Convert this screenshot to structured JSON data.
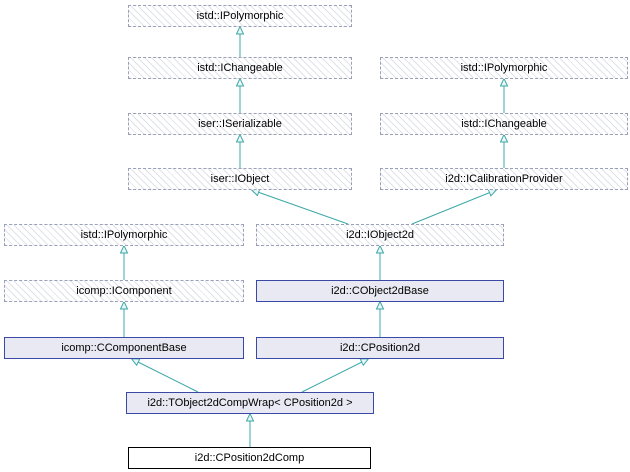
{
  "diagram": {
    "type": "class-inheritance-graph",
    "target_class": "i2d::CPosition2dComp",
    "colors": {
      "edge": "#3da8a8",
      "internal_fill": "#e8e9f3",
      "internal_border": "#3a49a5",
      "external_border": "#9aa0b8",
      "target_border": "#000000",
      "background": "#ffffff"
    },
    "nodes": [
      {
        "label": "istd::IPolymorphic",
        "style": "external"
      },
      {
        "label": "istd::IChangeable",
        "style": "external"
      },
      {
        "label": "istd::IPolymorphic",
        "style": "external"
      },
      {
        "label": "iser::ISerializable",
        "style": "external"
      },
      {
        "label": "istd::IChangeable",
        "style": "external"
      },
      {
        "label": "iser::IObject",
        "style": "external"
      },
      {
        "label": "i2d::ICalibrationProvider",
        "style": "external"
      },
      {
        "label": "istd::IPolymorphic",
        "style": "external"
      },
      {
        "label": "i2d::IObject2d",
        "style": "external"
      },
      {
        "label": "icomp::IComponent",
        "style": "external"
      },
      {
        "label": "i2d::CObject2dBase",
        "style": "internal"
      },
      {
        "label": "icomp::CComponentBase",
        "style": "internal"
      },
      {
        "label": "i2d::CPosition2d",
        "style": "internal"
      },
      {
        "label": "i2d::TObject2dCompWrap< CPosition2d >",
        "style": "internal"
      },
      {
        "label": "i2d::CPosition2dComp",
        "style": "target"
      }
    ],
    "edges": [
      {
        "derived": "istd::IChangeable",
        "base": "istd::IPolymorphic"
      },
      {
        "derived": "iser::ISerializable",
        "base": "istd::IChangeable"
      },
      {
        "derived": "iser::IObject",
        "base": "iser::ISerializable"
      },
      {
        "derived": "istd::IChangeable (right)",
        "base": "istd::IPolymorphic (right)"
      },
      {
        "derived": "i2d::ICalibrationProvider",
        "base": "istd::IChangeable (right)"
      },
      {
        "derived": "i2d::IObject2d",
        "base": "iser::IObject"
      },
      {
        "derived": "i2d::IObject2d",
        "base": "i2d::ICalibrationProvider"
      },
      {
        "derived": "icomp::IComponent",
        "base": "istd::IPolymorphic (left)"
      },
      {
        "derived": "i2d::CObject2dBase",
        "base": "i2d::IObject2d"
      },
      {
        "derived": "icomp::CComponentBase",
        "base": "icomp::IComponent"
      },
      {
        "derived": "i2d::CPosition2d",
        "base": "i2d::CObject2dBase"
      },
      {
        "derived": "i2d::TObject2dCompWrap< CPosition2d >",
        "base": "icomp::CComponentBase"
      },
      {
        "derived": "i2d::TObject2dCompWrap< CPosition2d >",
        "base": "i2d::CPosition2d"
      },
      {
        "derived": "i2d::CPosition2dComp",
        "base": "i2d::TObject2dCompWrap< CPosition2d >"
      }
    ]
  }
}
